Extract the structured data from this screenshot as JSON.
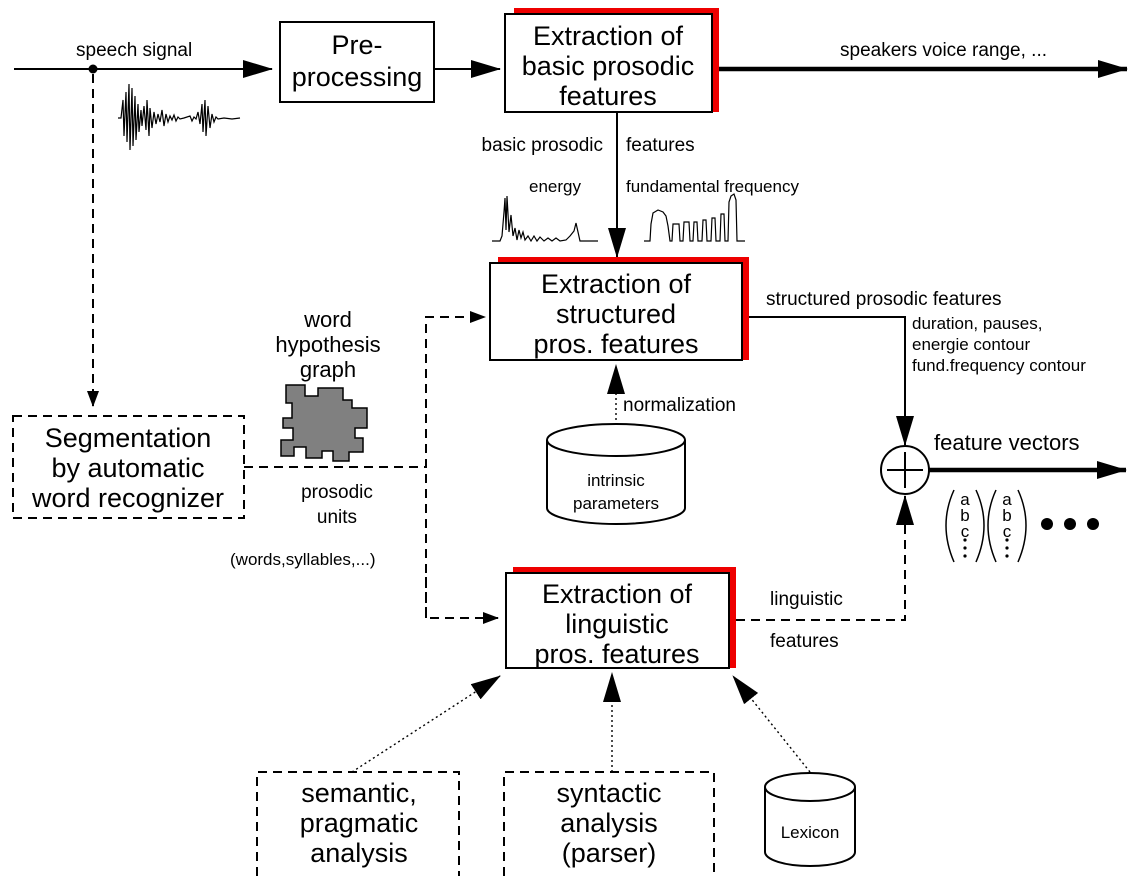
{
  "input": {
    "speech_signal": "speech signal"
  },
  "boxes": {
    "preprocessing": [
      "Pre-",
      "processing"
    ],
    "basic": [
      "Extraction of",
      "basic prosodic",
      "features"
    ],
    "structured": [
      "Extraction of",
      "structured",
      "pros. features"
    ],
    "linguistic": [
      "Extraction of",
      "linguistic",
      "pros. features"
    ],
    "segmentation": [
      "Segmentation",
      "by automatic",
      "word recognizer"
    ],
    "semantic": [
      "semantic,",
      "pragmatic",
      "analysis"
    ],
    "syntactic": [
      "syntactic",
      "analysis",
      "(parser)"
    ]
  },
  "databases": {
    "intrinsic": [
      "intrinsic",
      "parameters"
    ],
    "lexicon": "Lexicon"
  },
  "labels": {
    "speakers_range": "speakers voice range, ...",
    "basic_prosodic": "basic prosodic",
    "features_word": "features",
    "energy": "energy",
    "fundamental_frequency": "fundamental frequency",
    "structured_prosodic_features": "structured prosodic features",
    "structured_list": [
      "duration, pauses,",
      "energie contour",
      "fund.frequency contour"
    ],
    "word_hypothesis_graph": [
      "word",
      "hypothesis",
      "graph"
    ],
    "normalization": "normalization",
    "prosodic_units": [
      "prosodic",
      "units"
    ],
    "units_examples": "(words,syllables,...)",
    "linguistic": "linguistic",
    "features": "features",
    "feature_vectors": "feature vectors",
    "vector_letters": [
      "a",
      "b",
      "c"
    ]
  }
}
